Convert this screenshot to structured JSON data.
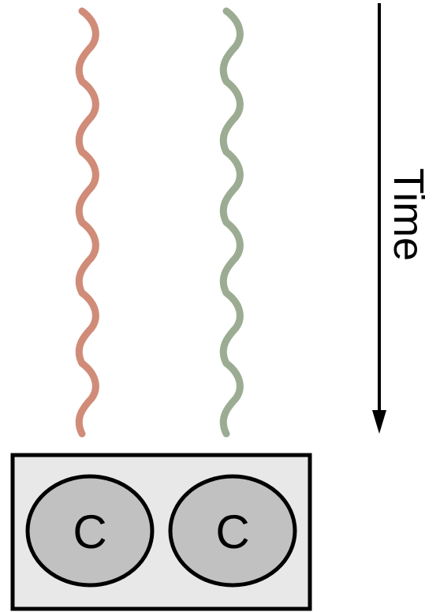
{
  "axis": {
    "label": "Time",
    "direction": "down"
  },
  "strands": [
    {
      "name": "strand-1",
      "color": "#d08c78",
      "segments": 6
    },
    {
      "name": "strand-2",
      "color": "#9bac93",
      "segments": 6
    }
  ],
  "container": {
    "fill": "#e8e8e8",
    "stroke": "#000000",
    "nodes": [
      {
        "label": "C",
        "fill": "#c1c1c1"
      },
      {
        "label": "C",
        "fill": "#c1c1c1"
      }
    ]
  }
}
